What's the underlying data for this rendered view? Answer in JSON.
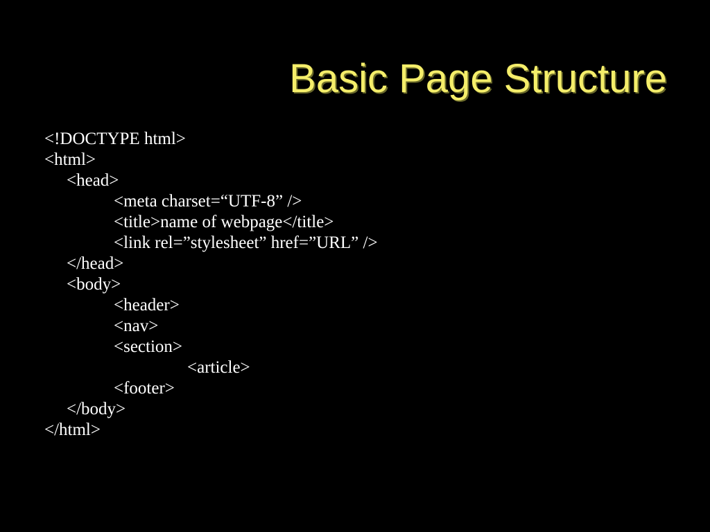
{
  "slide": {
    "title": "Basic Page Structure",
    "title_color": "#f5ee6a",
    "text_color": "#ffffff",
    "background_color": "#000000",
    "lines": [
      {
        "text": "<!DOCTYPE html>",
        "indent": 0
      },
      {
        "text": "<html>",
        "indent": 0
      },
      {
        "text": "<head>",
        "indent": 1
      },
      {
        "text": "<meta charset=“UTF-8” />",
        "indent": 2
      },
      {
        "text": "<title>name of webpage</title>",
        "indent": 2
      },
      {
        "text": "<link rel=”stylesheet” href=”URL” />",
        "indent": 2
      },
      {
        "text": "</head>",
        "indent": 1
      },
      {
        "text": "<body>",
        "indent": 1
      },
      {
        "text": "<header>",
        "indent": 2
      },
      {
        "text": "<nav>",
        "indent": 2
      },
      {
        "text": "<section>",
        "indent": 2
      },
      {
        "text": "<article>",
        "indent": 3
      },
      {
        "text": "<footer>",
        "indent": 2
      },
      {
        "text": "</body>",
        "indent": 1
      },
      {
        "text": "</html>",
        "indent": 0
      }
    ]
  }
}
